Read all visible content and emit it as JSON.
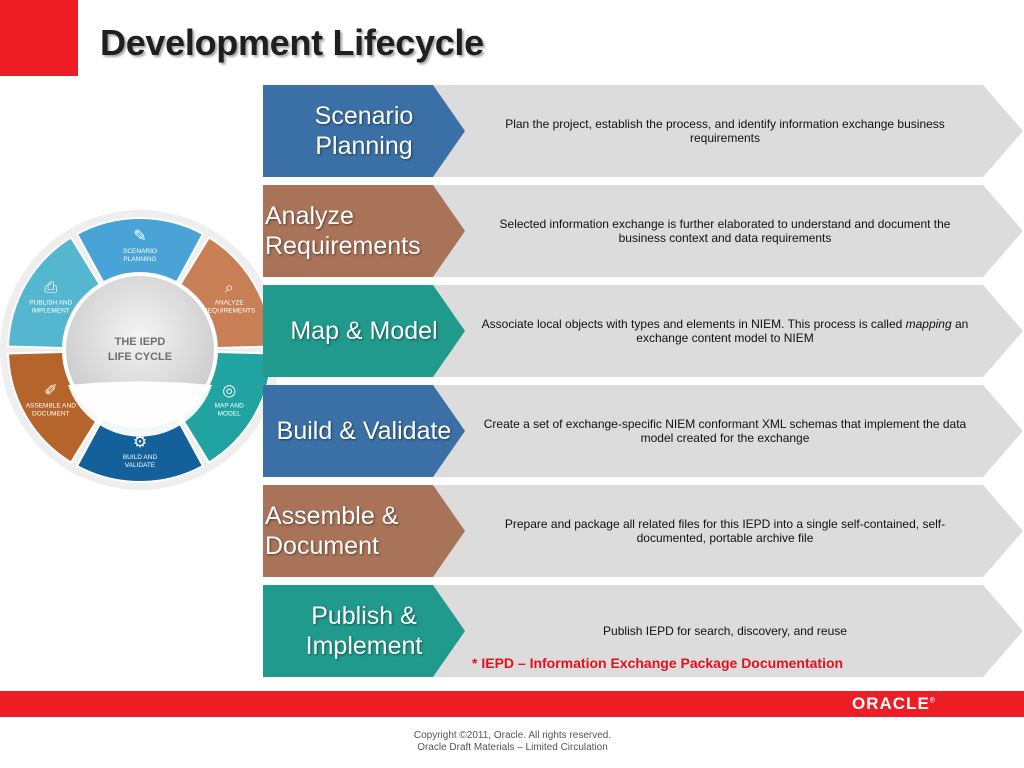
{
  "header": {
    "title": "Development Lifecycle"
  },
  "cycle": {
    "center_lines": [
      "THE IEPD",
      "LIFE CYCLE"
    ],
    "segments": [
      {
        "lines": [
          "SCENARIO",
          "PLANNING"
        ],
        "icon": "pencil-icon",
        "color": "#4aa3d6"
      },
      {
        "lines": [
          "ANALYZE",
          "REQUIREMENTS"
        ],
        "icon": "magnifier-icon",
        "color": "#c87f55"
      },
      {
        "lines": [
          "MAP AND",
          "MODEL"
        ],
        "icon": "globe-icon",
        "color": "#21a3a1"
      },
      {
        "lines": [
          "BUILD AND",
          "VALIDATE"
        ],
        "icon": "gears-icon",
        "color": "#13609a"
      },
      {
        "lines": [
          "ASSEMBLE AND",
          "DOCUMENT"
        ],
        "icon": "paperclip-icon",
        "color": "#b5642b"
      },
      {
        "lines": [
          "PUBLISH AND",
          "IMPLEMENT"
        ],
        "icon": "printer-icon",
        "color": "#55b7cf"
      }
    ]
  },
  "steps": [
    {
      "label": "Scenario Planning",
      "color": "#3a70a5",
      "description": "Plan the project, establish the process, and identify information exchange business requirements"
    },
    {
      "label": "Analyze Requirements",
      "color": "#a87358",
      "description": "Selected information exchange is further elaborated to understand and document the business context and data requirements"
    },
    {
      "label": "Map & Model",
      "color": "#1f9a8d",
      "description_before": "Associate local objects with types and elements in NIEM. This process is called ",
      "description_em": "mapping",
      "description_after": " an exchange content model to NIEM"
    },
    {
      "label": "Build & Validate",
      "color": "#3a70a5",
      "description": "Create a set of exchange-specific NIEM conformant XML schemas that implement the data model created for the exchange"
    },
    {
      "label": "Assemble  & Document",
      "color": "#a87358",
      "description": "Prepare and package all related files for this IEPD into a single self-contained, self-documented, portable archive file"
    },
    {
      "label": "Publish & Implement",
      "color": "#1f9a8d",
      "description": "Publish IEPD for search, discovery, and reuse"
    }
  ],
  "footnote": "* IEPD – Information Exchange Package Documentation",
  "footer": {
    "brand": "ORACLE",
    "copyright_line1": "Copyright ©2011, Oracle. All rights reserved.",
    "copyright_line2": "Oracle Draft Materials – Limited Circulation"
  },
  "colors": {
    "brand_red": "#ee1c25",
    "arrow_gray": "#dcdcdc",
    "footnote_red": "#e5111a"
  }
}
